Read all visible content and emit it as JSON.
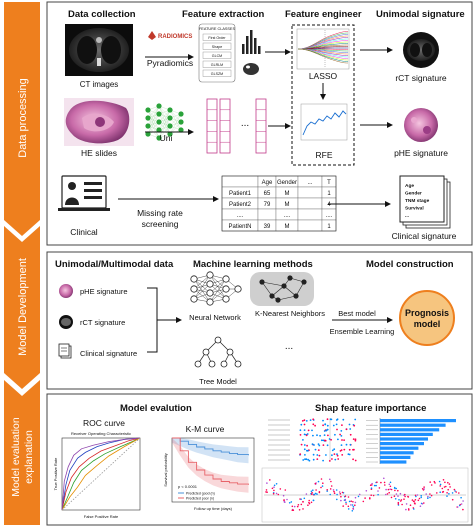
{
  "stages": [
    {
      "label": "Data processing"
    },
    {
      "label": "Model Development"
    },
    {
      "label": "Model evaluation",
      "label2": "explanation"
    }
  ],
  "data_processing": {
    "headers": {
      "collection": "Data collection",
      "extraction": "Feature extraction",
      "engineer": "Feature engineer",
      "unimodal": "Unimodal signature"
    },
    "ct_label": "CT images",
    "he_label": "HE slides",
    "clinical_label": "Clinical",
    "pyradiomics_label": "Pyradiomics",
    "uni_label": "Uni",
    "radiomics_logo": "RADIOMICS",
    "feature_classes_title": "FEATURE CLASSES",
    "feature_classes": [
      "First Order",
      "Shape",
      "GLCM",
      "GLRLM",
      "GLSZM"
    ],
    "lasso_label": "LASSO",
    "rfe_label": "RFE",
    "rct_signature": "rCT signature",
    "phe_signature": "pHE signature",
    "clinical_signature": "Clinical signature",
    "clinical_doc_lines": [
      "Age",
      "Gender",
      "TNM stage",
      "Survival",
      "..."
    ],
    "missing_rate_line1": "Missing rate",
    "missing_rate_line2": "screening",
    "ellipsis": "...",
    "table": {
      "headers": [
        "",
        "Age",
        "Gender",
        "...",
        "T"
      ],
      "rows": [
        [
          "Patient1",
          "65",
          "M",
          "",
          "1"
        ],
        [
          "Patient2",
          "79",
          "M",
          "",
          "4"
        ],
        [
          "....",
          "",
          "....",
          "",
          "...."
        ],
        [
          "PatientN",
          "39",
          "M",
          "",
          "1"
        ]
      ]
    }
  },
  "model_development": {
    "header_data": "Unimodal/Multimodal data",
    "header_methods": "Machine learning methods",
    "header_construction": "Model construction",
    "phe_signature": "pHE signature",
    "rct_signature": "rCT signature",
    "clinical_signature": "Clinical signature",
    "neural_network": "Neural Network",
    "knn": "K-Nearest Neighbors",
    "tree_model": "Tree Model",
    "ellipsis": "...",
    "best_model": "Best model",
    "ensemble_learning": "Ensemble Learning",
    "prognosis_line1": "Prognosis",
    "prognosis_line2": "model",
    "colors": {
      "accent": "#f07b1a",
      "tan": "#f6c57f"
    }
  },
  "evaluation": {
    "model_evaluation": "Model evalution",
    "shap_importance": "Shap feature importance",
    "roc_curve": "ROC curve",
    "km_curve": "K-M curve",
    "roc_title": "Receiver Operating Characteristic",
    "roc_xlabel": "False Positive Rate",
    "roc_ylabel": "True Positive Rate",
    "km_xlabel": "Follow up time (days)",
    "km_ylabel": "Survival probability",
    "km_p": "p < 0.0001",
    "km_legend": [
      "Predicted good (n)",
      "Predicted poor (n)"
    ]
  },
  "chart_data": [
    {
      "type": "line",
      "title": "Receiver Operating Characteristic",
      "xlabel": "False Positive Rate",
      "ylabel": "True Positive Rate",
      "xlim": [
        0,
        1
      ],
      "ylim": [
        0,
        1
      ],
      "series": [
        {
          "color": "#1f3fbf",
          "x": [
            0,
            0.05,
            0.1,
            0.2,
            0.3,
            0.45,
            0.6,
            0.8,
            1
          ],
          "y": [
            0,
            0.35,
            0.55,
            0.72,
            0.8,
            0.88,
            0.93,
            0.98,
            1
          ]
        },
        {
          "color": "#d62728",
          "x": [
            0,
            0.05,
            0.12,
            0.22,
            0.35,
            0.5,
            0.7,
            0.85,
            1
          ],
          "y": [
            0,
            0.25,
            0.45,
            0.6,
            0.72,
            0.82,
            0.9,
            0.96,
            1
          ]
        },
        {
          "color": "#2ca02c",
          "x": [
            0,
            0.08,
            0.15,
            0.25,
            0.4,
            0.55,
            0.75,
            0.9,
            1
          ],
          "y": [
            0,
            0.2,
            0.38,
            0.55,
            0.68,
            0.78,
            0.88,
            0.95,
            1
          ]
        },
        {
          "color": "#e58e00",
          "x": [
            0,
            0.1,
            0.2,
            0.3,
            0.45,
            0.6,
            0.8,
            1
          ],
          "y": [
            0,
            0.18,
            0.32,
            0.48,
            0.62,
            0.75,
            0.88,
            1
          ]
        },
        {
          "color": "#8e44ad",
          "x": [
            0,
            0.03,
            0.08,
            0.15,
            0.25,
            0.4,
            0.6,
            0.8,
            1
          ],
          "y": [
            0,
            0.4,
            0.6,
            0.76,
            0.85,
            0.9,
            0.95,
            0.98,
            1
          ]
        },
        {
          "color": "#999999",
          "x": [
            0,
            1
          ],
          "y": [
            0,
            1
          ]
        }
      ]
    },
    {
      "type": "line",
      "xlabel": "Follow up time (days)",
      "ylabel": "Survival probability",
      "xlim": [
        0,
        3000
      ],
      "ylim": [
        0,
        1
      ],
      "series": [
        {
          "name": "Predicted good (n)",
          "color": "#4a90d9",
          "x": [
            0,
            300,
            600,
            900,
            1200,
            1500,
            1800,
            2100,
            2400,
            2800
          ],
          "y": [
            1,
            0.95,
            0.9,
            0.86,
            0.83,
            0.8,
            0.78,
            0.76,
            0.74,
            0.73
          ]
        },
        {
          "name": "Predicted poor (n)",
          "color": "#e8646a",
          "x": [
            0,
            300,
            600,
            900,
            1200,
            1500,
            1800,
            2100,
            2400,
            2800
          ],
          "y": [
            1,
            0.8,
            0.62,
            0.5,
            0.42,
            0.36,
            0.32,
            0.3,
            0.28,
            0.27
          ]
        }
      ]
    },
    {
      "type": "bar",
      "values": [
        0.95,
        0.82,
        0.74,
        0.66,
        0.6,
        0.55,
        0.48,
        0.42,
        0.38,
        0.33
      ],
      "colors": {
        "bar": "#1e90ff"
      }
    }
  ]
}
